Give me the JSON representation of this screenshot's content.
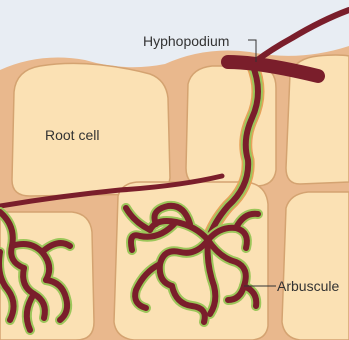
{
  "labels": {
    "hyphopodium": "Hyphopodium",
    "root_cell": "Root cell",
    "arbuscule": "Arbuscule"
  },
  "colors": {
    "sky": "#e8edf3",
    "soil_surface": "#f5ddb7",
    "tissue_bg": "#e9b88d",
    "cell_fill": "#fbe1b4",
    "cell_stroke": "#d4a371",
    "fungus": "#7a1e2b",
    "interface_green": "#9cc65a",
    "interface_orange": "#e7a25a",
    "label_text": "#333333"
  }
}
